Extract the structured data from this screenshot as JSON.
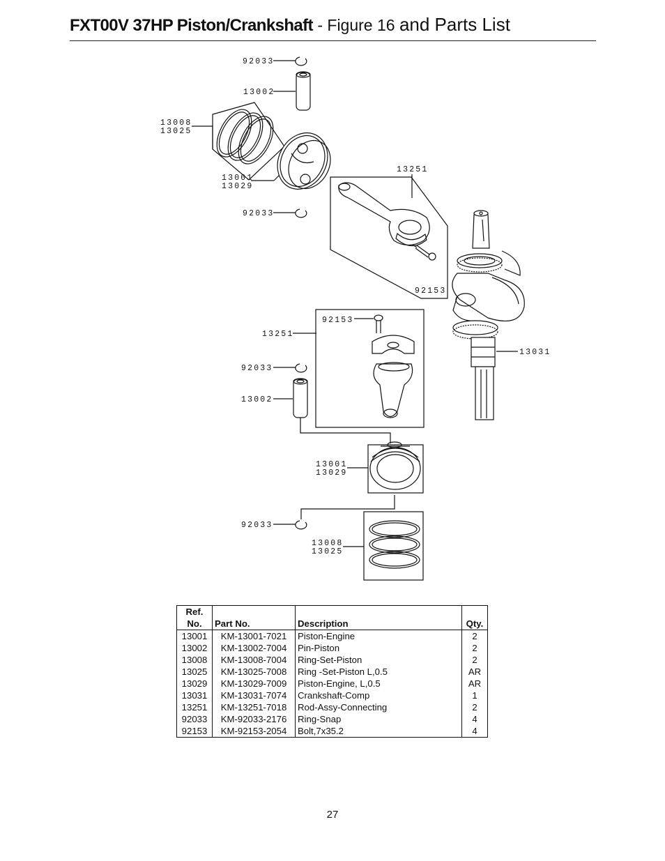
{
  "header": {
    "title_bold": "FXT00V 37HP Piston/Crankshaft",
    "title_mid": " - Figure 16 ",
    "title_end": "and Parts List"
  },
  "diagram": {
    "labels": {
      "snap_ring_top": "92033",
      "pin_top": "13002",
      "rings_top_a": "13008",
      "rings_top_b": "13025",
      "piston_top_a": "13001",
      "piston_top_b": "13029",
      "snap_ring_mid": "92033",
      "rod_top": "13251",
      "bolt_top": "92153",
      "bolt_lower": "92153",
      "rod_lower": "13251",
      "snap_ring_lower": "92033",
      "pin_lower": "13002",
      "crankshaft": "13031",
      "piston_lower_a": "13001",
      "piston_lower_b": "13029",
      "snap_ring_bottom": "92033",
      "rings_lower_a": "13008",
      "rings_lower_b": "13025"
    }
  },
  "parts_table": {
    "headers": {
      "ref_line1": "Ref.",
      "ref_line2": "No.",
      "part_no": "Part No.",
      "description": "Description",
      "qty": "Qty."
    },
    "rows": [
      {
        "ref": "13001",
        "part": "KM-13001-7021",
        "desc": "Piston-Engine",
        "qty": "2"
      },
      {
        "ref": "13002",
        "part": "KM-13002-7004",
        "desc": "Pin-Piston",
        "qty": "2"
      },
      {
        "ref": "13008",
        "part": "KM-13008-7004",
        "desc": "Ring-Set-Piston",
        "qty": "2"
      },
      {
        "ref": "13025",
        "part": "KM-13025-7008",
        "desc": "Ring -Set-Piston L,0.5",
        "qty": "AR"
      },
      {
        "ref": "13029",
        "part": "KM-13029-7009",
        "desc": "Piston-Engine, L,0.5",
        "qty": "AR"
      },
      {
        "ref": "13031",
        "part": "KM-13031-7074",
        "desc": "Crankshaft-Comp",
        "qty": "1"
      },
      {
        "ref": "13251",
        "part": "KM-13251-7018",
        "desc": "Rod-Assy-Connecting",
        "qty": "2"
      },
      {
        "ref": "92033",
        "part": "KM-92033-2176",
        "desc": "Ring-Snap",
        "qty": "4"
      },
      {
        "ref": "92153",
        "part": "KM-92153-2054",
        "desc": "Bolt,7x35.2",
        "qty": "4"
      }
    ]
  },
  "page_number": "27"
}
